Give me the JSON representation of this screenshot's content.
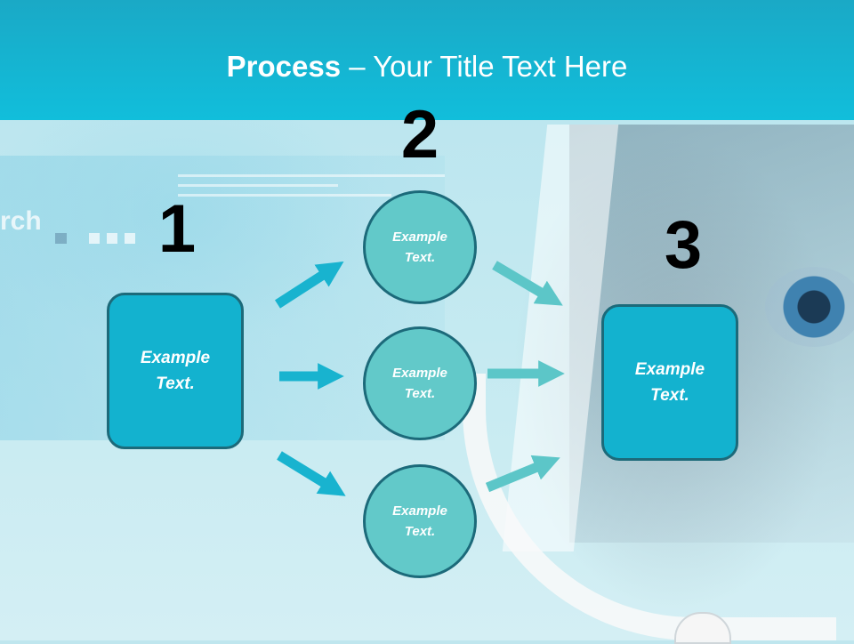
{
  "slide": {
    "title_bold": "Process",
    "title_rest": " – Your Title Text Here",
    "bg_word": "rch"
  },
  "steps": [
    {
      "number": "1",
      "text": "Example\nText."
    },
    {
      "number": "2",
      "items": [
        "Example\nText.",
        "Example\nText.",
        "Example\nText."
      ]
    },
    {
      "number": "3",
      "text": "Example\nText."
    }
  ],
  "colors": {
    "header": "#11bedb",
    "box_fill": "#13b2cf",
    "circle_fill": "#62c9c9",
    "outline": "#1c6a7a",
    "arrow_left": "#18b3cf",
    "arrow_right": "#5cc6c8"
  }
}
